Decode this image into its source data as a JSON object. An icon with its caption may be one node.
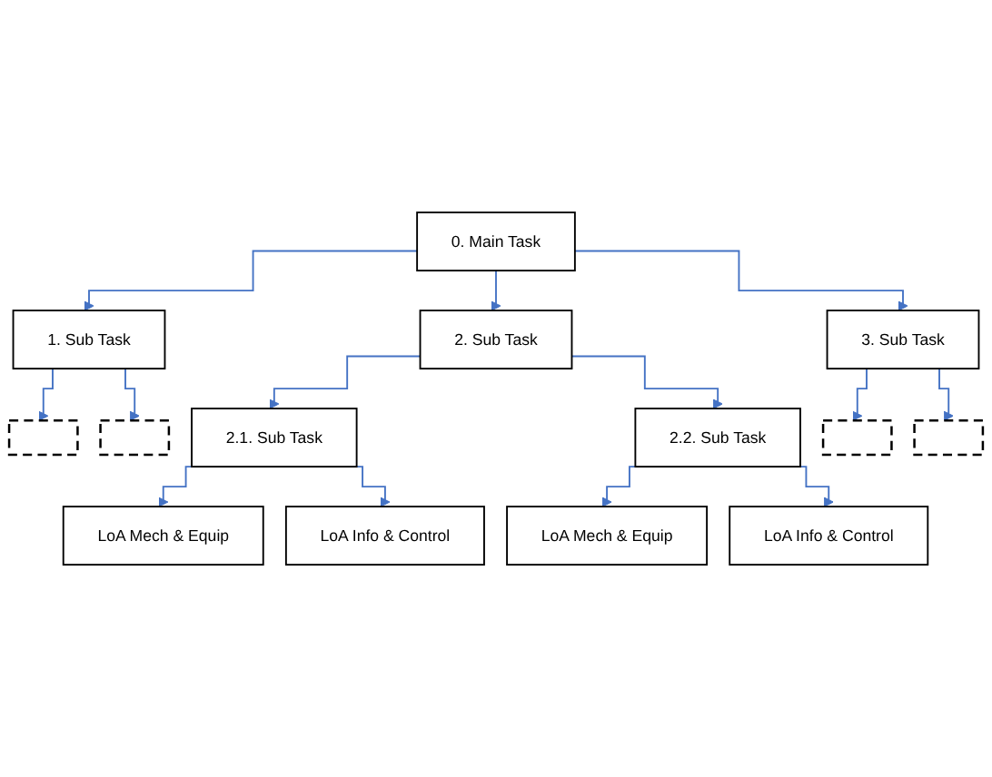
{
  "diagram": {
    "nodes": [
      {
        "text": [
          "0. Main Task"
        ]
      },
      {
        "text": [
          "1. Sub Task"
        ]
      },
      {
        "text": [
          "2. Sub Task"
        ]
      },
      {
        "text": [
          "3. Sub Task"
        ]
      },
      {
        "text": [],
        "shape": "box"
      },
      {
        "text": [],
        "shape": "box"
      },
      {
        "text": [
          "2.1. Sub Task"
        ]
      },
      {
        "text": [
          "2.2. Sub Task"
        ]
      },
      {
        "text": [],
        "shape": "box"
      },
      {
        "text": [],
        "shape": "box"
      },
      {
        "text": [
          "LoA Mech & Equip"
        ]
      },
      {
        "text": [
          "LoA Info & Control"
        ]
      },
      {
        "text": [
          "LoA Mech & Equip"
        ]
      },
      {
        "text": [
          "LoA Info & Control"
        ]
      }
    ],
    "edges": [
      {
        "from": 0,
        "to": 1,
        "arrow": "to"
      },
      {
        "from": 0,
        "to": 2,
        "arrow": "to"
      },
      {
        "from": 0,
        "to": 3,
        "arrow": "to"
      },
      {
        "from": 1,
        "to": 4,
        "arrow": "to"
      },
      {
        "from": 1,
        "to": 5,
        "arrow": "to"
      },
      {
        "from": 2,
        "to": 6,
        "arrow": "to"
      },
      {
        "from": 2,
        "to": 7,
        "arrow": "to"
      },
      {
        "from": 3,
        "to": 8,
        "arrow": "to"
      },
      {
        "from": 3,
        "to": 9,
        "arrow": "to"
      },
      {
        "from": 6,
        "to": 10,
        "arrow": "to"
      },
      {
        "from": 6,
        "to": 11,
        "arrow": "to"
      },
      {
        "from": 7,
        "to": 12,
        "arrow": "to"
      },
      {
        "from": 7,
        "to": 13,
        "arrow": "to"
      }
    ]
  }
}
